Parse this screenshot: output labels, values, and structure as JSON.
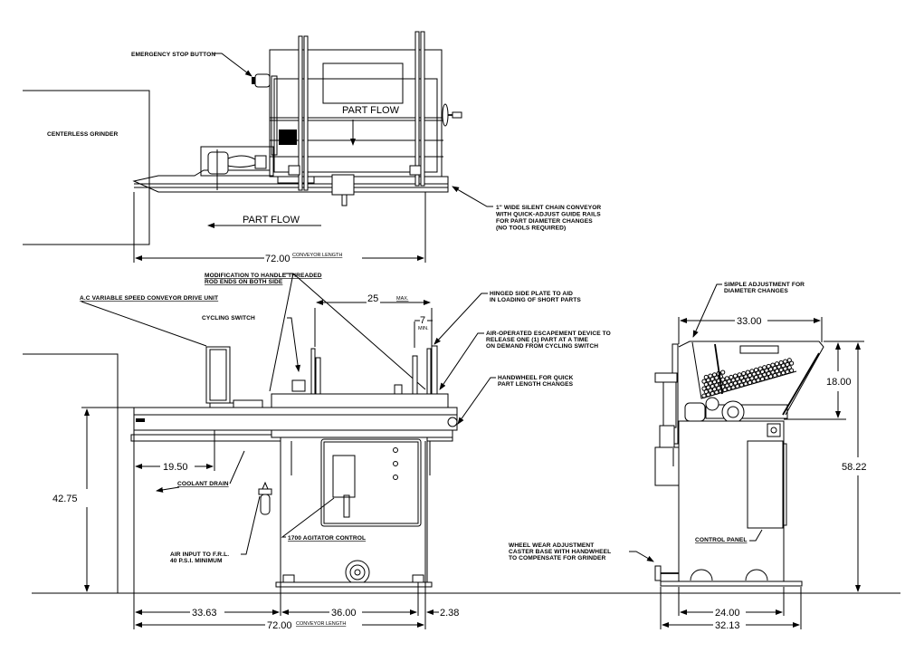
{
  "top_view": {
    "emergency_stop": "EMERGENCY STOP BUTTON",
    "centerless_grinder": "CENTERLESS GRINDER",
    "part_flow_upper": "PART FLOW",
    "part_flow_lower": "PART FLOW",
    "chain_conveyor": [
      "1\" WIDE SILENT CHAIN CONVEYOR",
      "WITH QUICK-ADJUST GUIDE RAILS",
      "FOR PART DIAMETER CHANGES",
      "(NO TOOLS REQUIRED)"
    ],
    "dim_length": "72.00",
    "dim_length_note": "CONVEYOR LENGTH"
  },
  "front_view": {
    "modification": [
      "MODIFICATION TO HANDLE THREADED",
      "ROD ENDS ON BOTH SIDE"
    ],
    "drive_unit": "A.C VARIABLE SPEED CONVEYOR DRIVE UNIT",
    "cycling_switch": "CYCLING SWITCH",
    "dim_max": "25",
    "dim_max_note": "MAX.",
    "dim_min": "7",
    "dim_min_note": "MIN.",
    "hinged_plate": [
      "HINGED SIDE PLATE TO AID",
      "IN LOADING OF SHORT PARTS"
    ],
    "escapement": [
      "AIR-OPERATED ESCAPEMENT DEVICE TO",
      "RELEASE ONE (1) PART AT A TIME",
      "ON DEMAND FROM CYCLING SWITCH"
    ],
    "handwheel": [
      "HANDWHEEL FOR QUICK",
      "PART LENGTH CHANGES"
    ],
    "dim_19": "19.50",
    "coolant_drain": "COOLANT DRAIN",
    "dim_height": "42.75",
    "agitator_control": "1700 AGITATOR CONTROL",
    "air_input": [
      "AIR INPUT TO F.R.L.",
      "40 P.S.I. MINIMUM"
    ],
    "dim_33": "33.63",
    "dim_36": "36.00",
    "dim_238": "2.38",
    "dim_length": "72.00",
    "dim_length_note": "CONVEYOR LENGTH"
  },
  "side_view": {
    "simple_adjustment": [
      "SIMPLE ADJUSTMENT FOR",
      "DIAMETER CHANGES"
    ],
    "dim_33": "33.00",
    "dim_18": "18.00",
    "dim_58": "58.22",
    "control_panel": "CONTROL PANEL",
    "wheel_wear": [
      "WHEEL WEAR ADJUSTMENT",
      "CASTER BASE WITH HANDWHEEL",
      "TO COMPENSATE FOR GRINDER"
    ],
    "dim_24": "24.00",
    "dim_32": "32.13"
  }
}
